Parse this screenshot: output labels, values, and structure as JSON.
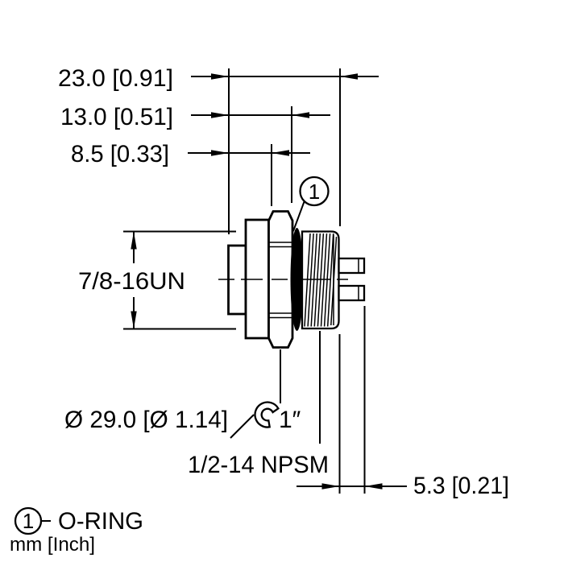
{
  "colors": {
    "ink": "#000000",
    "background": "#ffffff"
  },
  "drawing": {
    "dimensions": {
      "overall_depth": "23.0 [0.91]",
      "body_depth": "13.0 [0.51]",
      "front_depth": "8.5 [0.33]",
      "coupling_thread": "7/8-16UN",
      "flange_diameter": "Ø 29.0 [Ø 1.14]",
      "wrench_size": "1″",
      "mounting_thread": "1/2-14 NPSM",
      "pin_protrusion": "5.3 [0.21]"
    },
    "callout": {
      "number": "1"
    },
    "legend": {
      "number": "1",
      "label": "O-RING"
    },
    "units_note": "mm [Inch]"
  }
}
